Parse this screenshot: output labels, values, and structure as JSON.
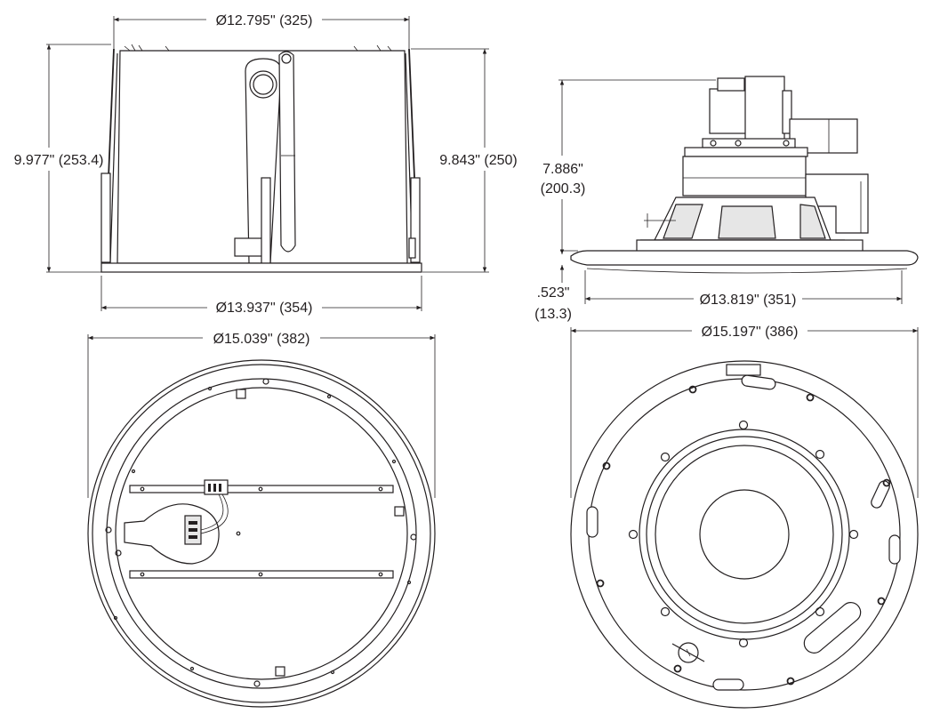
{
  "dimensions": {
    "top_width": "Ø12.795\" (325)",
    "left_height": "9.977\" (253.4)",
    "right_height": "9.843\" (250)",
    "base_width": "Ø13.937\" (354)",
    "bottom_left_diameter": "Ø15.039\" (382)",
    "side_height_line1": "7.886\"",
    "side_height_line2": "(200.3)",
    "grille_thickness_line1": ".523\"",
    "grille_thickness_line2": "(13.3)",
    "side_width": "Ø13.819\" (351)",
    "bottom_right_diameter": "Ø15.197\" (386)"
  },
  "colors": {
    "line": "#231f20",
    "background": "#ffffff",
    "shade": "#e6e6e6"
  }
}
